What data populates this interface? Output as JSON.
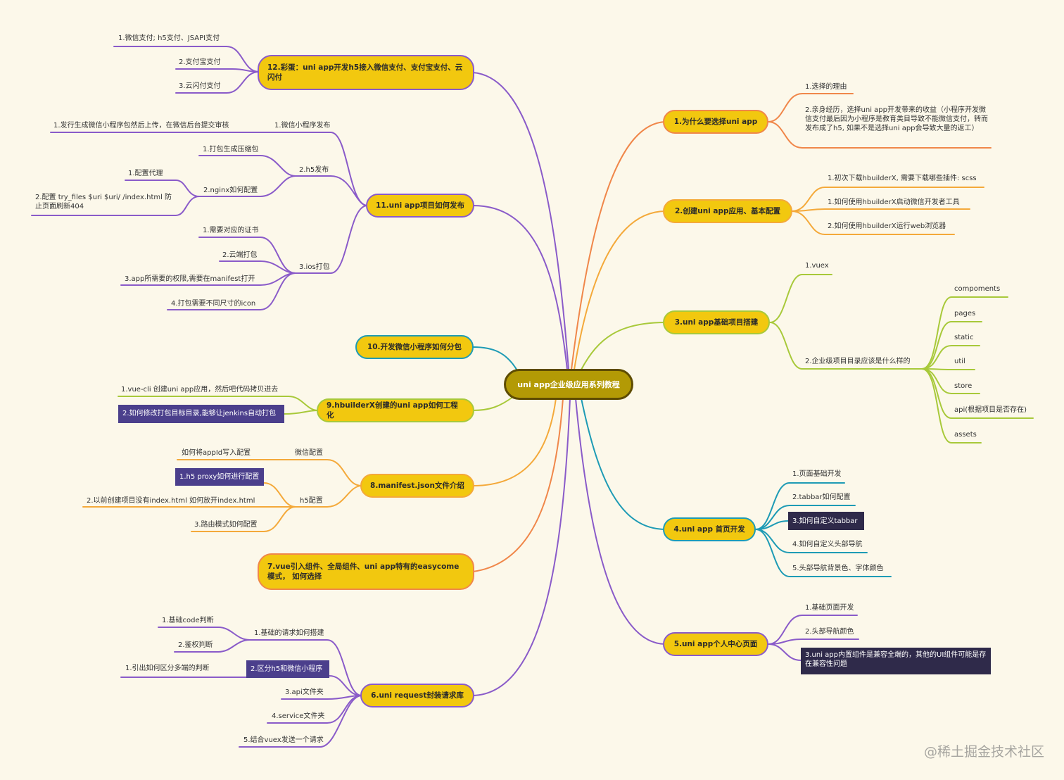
{
  "root": "uni app企业级应用系列教程",
  "colors": {
    "purple": "#8a5bc9",
    "orange": "#f0874a",
    "amber": "#f4a93a",
    "lime": "#a8c93a",
    "teal": "#1e9bb5",
    "node_fill": "#f2c80f",
    "root_fill": "#b39a05",
    "highlight_purple": "#4b3f8c",
    "highlight_dark": "#2f2a4a"
  },
  "nodes": {
    "n12": "12.彩蛋：uni app开发h5接入微信支付、支付宝支付、云闪付",
    "n11": "11.uni app项目如何发布",
    "n10": "10.开发微信小程序如何分包",
    "n9": "9.hbuilderX创建的uni app如何工程化",
    "n8": "8.manifest.json文件介绍",
    "n7": "7.vue引入组件、全局组件、uni app特有的easycome 模式， 如何选择",
    "n6": "6.uni request封装请求库",
    "n1": "1.为什么要选择uni app",
    "n2": "2.创建uni app应用、基本配置",
    "n3": "3.uni app基础项目搭建",
    "n4": "4.uni app 首页开发",
    "n5": "5.uni app个人中心页面"
  },
  "leaves": {
    "n12_1": "1.微信支付; h5支付、JSAPI支付",
    "n12_2": "2.支付宝支付",
    "n12_3": "3.云闪付支付",
    "n11_wx": "1.微信小程序发布",
    "n11_wx_1": "1.发行生成微信小程序包然后上传，在微信后台提交审核",
    "n11_h5": "2.h5发布",
    "n11_h5_1": "1.打包生成压缩包",
    "n11_h5_2": "2.nginx如何配置",
    "n11_h5_2_1": "1.配置代理",
    "n11_h5_2_2": "2.配置 try_files $uri $uri/ /index.html 防止页面刷新404",
    "n11_ios": "3.ios打包",
    "n11_ios_1": "1.需要对应的证书",
    "n11_ios_2": "2.云端打包",
    "n11_ios_3": "3.app所需要的权限,需要在manifest打开",
    "n11_ios_4": "4.打包需要不同尺寸的icon",
    "n9_1": "1.vue-cli 创建uni app应用，然后吧代码拷贝进去",
    "n9_2": "2.如何修改打包目标目录,能够让jenkins自动打包",
    "n8_wx": "微信配置",
    "n8_wx_1": "如何将appId写入配置",
    "n8_h5": "h5配置",
    "n8_h5_1": "1.h5 proxy如何进行配置",
    "n8_h5_2": "2.以前创建项目没有index.html 如何放开index.html",
    "n8_h5_3": "3.路由模式如何配置",
    "n6_1": "1.基础的请求如何搭建",
    "n6_1_1": "1.基础code判断",
    "n6_1_2": "2.鉴权判断",
    "n6_2": "2.区分h5和微信小程序",
    "n6_2_1": "1.引出如何区分多端的判断",
    "n6_3": "3.api文件夹",
    "n6_4": "4.service文件夹",
    "n6_5": "5.结合vuex发送一个请求",
    "n1_1": "1.选择的理由",
    "n1_2": "2.亲身经历，选择uni app开发带来的收益（小程序开发微信支付最后因为小程序是教育类目导致不能微信支付，转而发布成了h5, 如果不是选择uni app会导致大量的返工）",
    "n2_1": "1.初次下载hbuilderX, 需要下载哪些插件: scss",
    "n2_2": "1.如何使用hbuilderX启动微信开发者工具",
    "n2_3": "2.如何使用hbuilderX运行web浏览器",
    "n3_1": "1.vuex",
    "n3_2": "2.企业级项目目录应该是什么样的",
    "n3_2_1": "compoments",
    "n3_2_2": "pages",
    "n3_2_3": "static",
    "n3_2_4": "util",
    "n3_2_5": "store",
    "n3_2_6": "api(根据项目是否存在)",
    "n3_2_7": "assets",
    "n4_1": "1.页面基础开发",
    "n4_2": "2.tabbar如何配置",
    "n4_3": "3.如何自定义tabbar",
    "n4_4": "4.如何自定义头部导航",
    "n4_5": "5.头部导航背景色、字体颜色",
    "n5_1": "1.基础页面开发",
    "n5_2": "2.头部导航颜色",
    "n5_3": "3.uni app内置组件是兼容全端的，其他的UI组件可能是存在兼容性问题"
  },
  "watermark": "@稀土掘金技术社区"
}
